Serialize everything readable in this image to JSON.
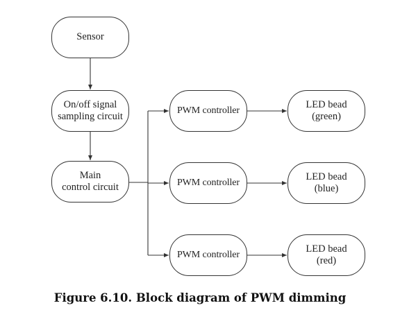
{
  "nodes": {
    "sensor": "Sensor",
    "onoff": [
      "On/off signal",
      "sampling circuit"
    ],
    "main": [
      "Main",
      "control circuit"
    ],
    "pwm_1": "PWM controller",
    "pwm_2": "PWM controller",
    "pwm_3": "PWM controller",
    "led_green": [
      "LED bead",
      "(green)"
    ],
    "led_blue": [
      "LED bead",
      "(blue)"
    ],
    "led_red": [
      "LED bead",
      "(red)"
    ]
  },
  "edges": [
    {
      "from": "sensor",
      "to": "onoff"
    },
    {
      "from": "onoff",
      "to": "main"
    },
    {
      "from": "main",
      "to": "pwm_1"
    },
    {
      "from": "main",
      "to": "pwm_2"
    },
    {
      "from": "main",
      "to": "pwm_3"
    },
    {
      "from": "pwm_1",
      "to": "led_green"
    },
    {
      "from": "pwm_2",
      "to": "led_blue"
    },
    {
      "from": "pwm_3",
      "to": "led_red"
    }
  ],
  "caption": "Figure 6.10. Block diagram of PWM dimming"
}
